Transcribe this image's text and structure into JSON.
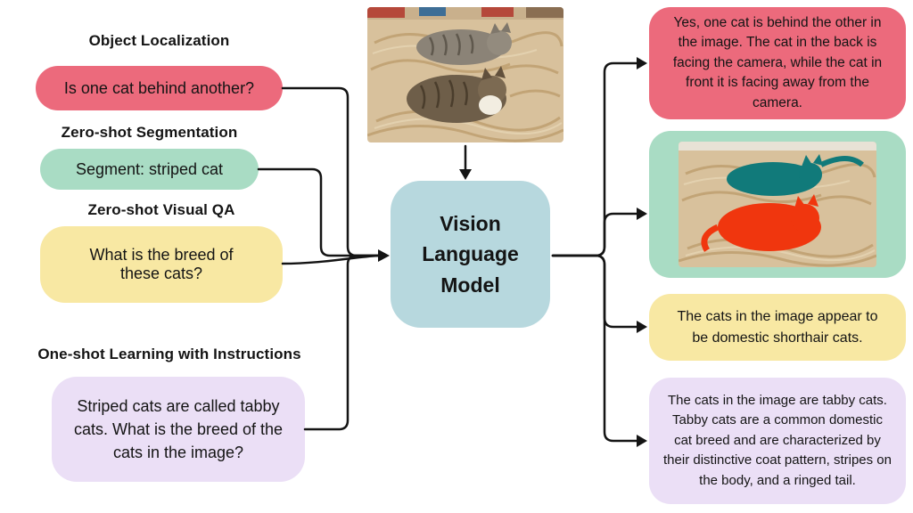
{
  "diagram_title": "Vision Language Model tasks diagram",
  "colors": {
    "task_red": "#EC6A7C",
    "task_green": "#A9DCC4",
    "task_yellow": "#F8E8A3",
    "task_purple": "#EBDFF6",
    "model_blue": "#B7D8DE",
    "arrow_black": "#141414",
    "mask_teal": "#117A7A",
    "mask_red": "#F0360E"
  },
  "center": {
    "model_label": "Vision Language Model",
    "input_image_name": "two-cats-on-fishing-nets-photo"
  },
  "left": {
    "tasks": [
      {
        "header": "Object Localization",
        "prompt": "Is one cat behind another?"
      },
      {
        "header": "Zero-shot Segmentation",
        "prompt": "Segment: striped cat"
      },
      {
        "header": "Zero-shot Visual QA",
        "prompt": "What is the breed of these cats?"
      },
      {
        "header": "One-shot Learning with Instructions",
        "prompt": "Striped cats are called tabby cats. What is the breed of the cats in the image?"
      }
    ]
  },
  "right": {
    "outputs": [
      {
        "type": "text",
        "text": "Yes, one cat is behind the other in the image. The cat in the back is facing the camera, while the cat in front it is facing away from the camera."
      },
      {
        "type": "image",
        "image_name": "cats-segmentation-masks-image"
      },
      {
        "type": "text",
        "text": "The cats in the image appear to be domestic shorthair cats."
      },
      {
        "type": "text",
        "text": "The cats in the image are tabby cats. Tabby cats are a common domestic cat breed and are characterized by their distinctive coat pattern, stripes on the body, and a ringed tail."
      }
    ]
  }
}
